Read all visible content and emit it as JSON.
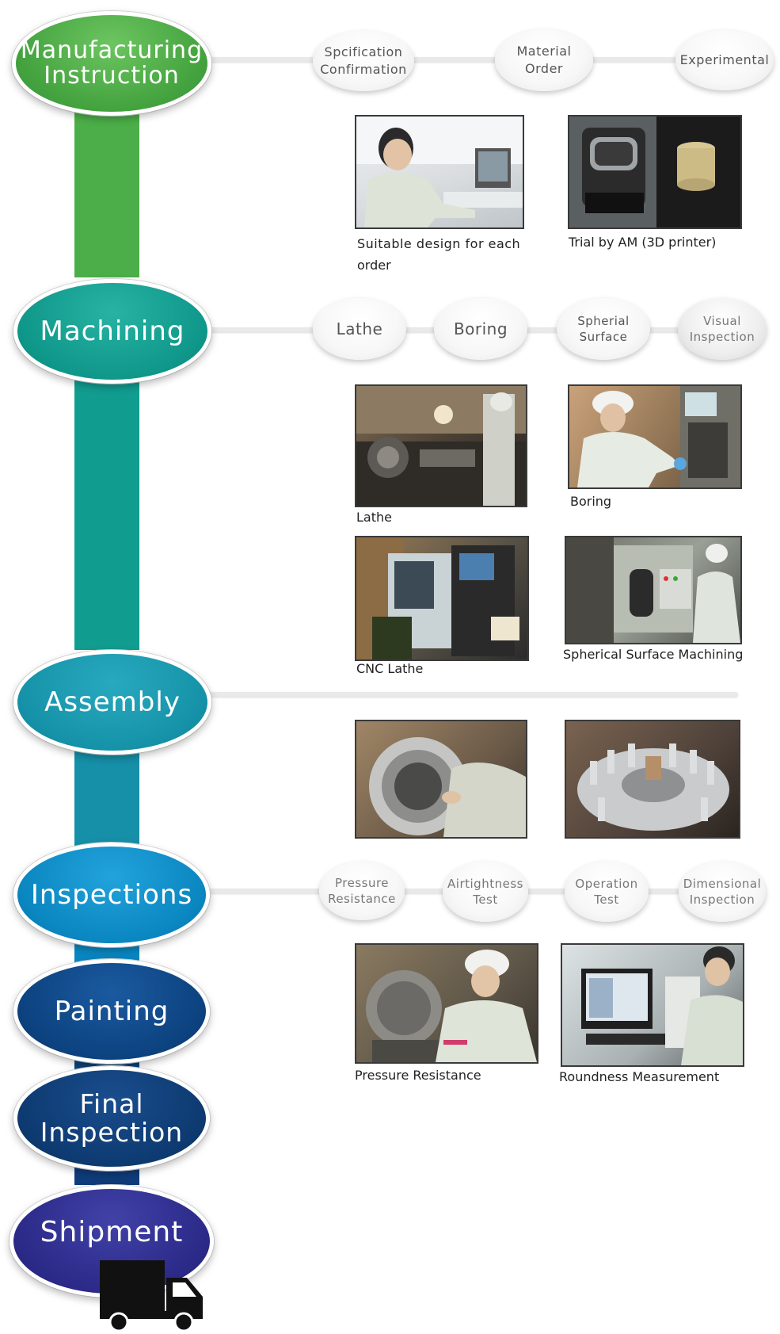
{
  "stages": {
    "manufacturing": {
      "line1": "Manufacturing",
      "line2": "Instruction"
    },
    "machining": {
      "label": "Machining"
    },
    "assembly": {
      "label": "Assembly"
    },
    "inspections": {
      "label": "Inspections"
    },
    "painting": {
      "label": "Painting"
    },
    "final": {
      "line1": "Final",
      "line2": "Inspection"
    },
    "shipment": {
      "label": "Shipment"
    }
  },
  "manufacturing_steps": [
    {
      "line1": "Spcification",
      "line2": "Confirmation"
    },
    {
      "line1": "Material",
      "line2": "Order"
    },
    {
      "line1": "Experimental",
      "line2": ""
    }
  ],
  "machining_steps": [
    {
      "line1": "Lathe",
      "line2": ""
    },
    {
      "line1": "Boring",
      "line2": ""
    },
    {
      "line1": "Spherial",
      "line2": "Surface"
    },
    {
      "line1": "Visual",
      "line2": "Inspection"
    }
  ],
  "inspection_steps": [
    {
      "line1": "Pressure",
      "line2": "Resistance"
    },
    {
      "line1": "Airtightness",
      "line2": "Test"
    },
    {
      "line1": "Operation",
      "line2": "Test"
    },
    {
      "line1": "Dimensional",
      "line2": "Inspection"
    }
  ],
  "captions": {
    "design_line1": "Suitable design for each",
    "design_line2": "order",
    "trial_am": "Trial by AM (3D printer)",
    "lathe": "Lathe",
    "boring": "Boring",
    "cnc_lathe": "CNC Lathe",
    "spherical": "Spherical Surface Machining",
    "pressure": "Pressure Resistance",
    "roundness": "Roundness Measurement"
  },
  "colors": {
    "green": "#4fad49",
    "teal": "#0f9a8c",
    "teal_blue": "#1592a8",
    "blue": "#0a86c0",
    "navy": "#0b3d78",
    "indigo": "#2b2a88"
  }
}
